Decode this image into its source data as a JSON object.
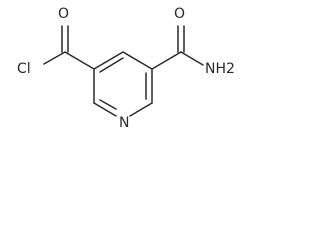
{
  "labels": {
    "cl": "Cl",
    "o_left": "O",
    "o_right": "O",
    "nh2": "NH2",
    "n_ring": "N"
  },
  "colors": {
    "background": "#ffffff",
    "ink": "#2a2a2a"
  }
}
